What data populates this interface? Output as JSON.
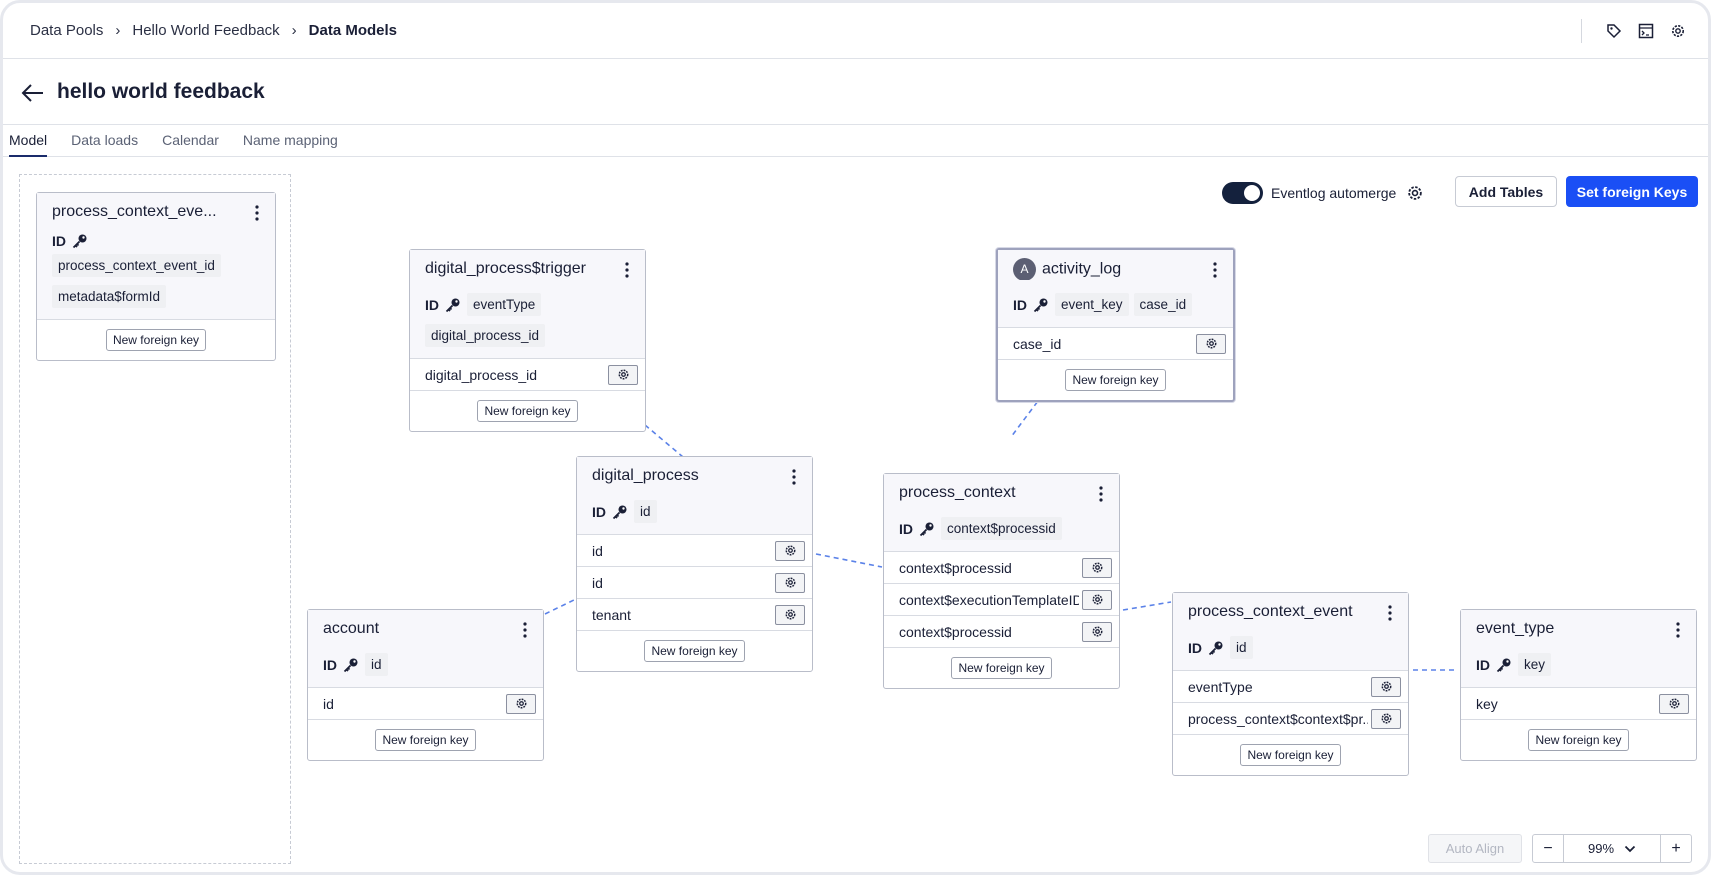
{
  "breadcrumbs": [
    "Data Pools",
    "Hello World Feedback",
    "Data Models"
  ],
  "topbar_icons": [
    "tag-icon",
    "terminal-icon",
    "settings-icon"
  ],
  "page_title": "hello world feedback",
  "tabs": [
    "Model",
    "Data loads",
    "Calendar",
    "Name mapping"
  ],
  "active_tab": "Model",
  "toolbar": {
    "eventlog_label": "Eventlog automerge",
    "eventlog_enabled": true,
    "add_tables": "Add Tables",
    "set_foreign_keys": "Set foreign Keys"
  },
  "id_label": "ID",
  "new_fk_label": "New foreign key",
  "tables": {
    "staged": {
      "name": "process_context_eve...",
      "id_columns": [
        "process_context_event_id",
        "metadata$formId"
      ],
      "foreign_keys": []
    },
    "trigger": {
      "name": "digital_process$trigger",
      "id_columns": [
        "eventType",
        "digital_process_id"
      ],
      "foreign_keys": [
        "digital_process_id"
      ]
    },
    "activity_log": {
      "avatar": "A",
      "name": "activity_log",
      "id_columns": [
        "event_key",
        "case_id"
      ],
      "foreign_keys": [
        "case_id"
      ]
    },
    "digital_process": {
      "name": "digital_process",
      "id_columns": [
        "id"
      ],
      "foreign_keys": [
        "id",
        "id",
        "tenant"
      ]
    },
    "process_context": {
      "name": "process_context",
      "id_columns": [
        "context$processid"
      ],
      "foreign_keys": [
        "context$processid",
        "context$executionTemplateID",
        "context$processid"
      ]
    },
    "account": {
      "name": "account",
      "id_columns": [
        "id"
      ],
      "foreign_keys": [
        "id"
      ]
    },
    "process_context_event": {
      "name": "process_context_event",
      "id_columns": [
        "id"
      ],
      "foreign_keys": [
        "eventType",
        "process_context$context$pr..."
      ]
    },
    "event_type": {
      "name": "event_type",
      "id_columns": [
        "key"
      ],
      "foreign_keys": [
        "key"
      ]
    }
  },
  "bottom": {
    "auto_align": "Auto Align",
    "zoom_out": "−",
    "zoom_level": "99%",
    "zoom_in": "+"
  },
  "colors": {
    "primary": "#1a4ff5",
    "toggle_on": "#14213d",
    "link_line": "#5b82e8"
  }
}
